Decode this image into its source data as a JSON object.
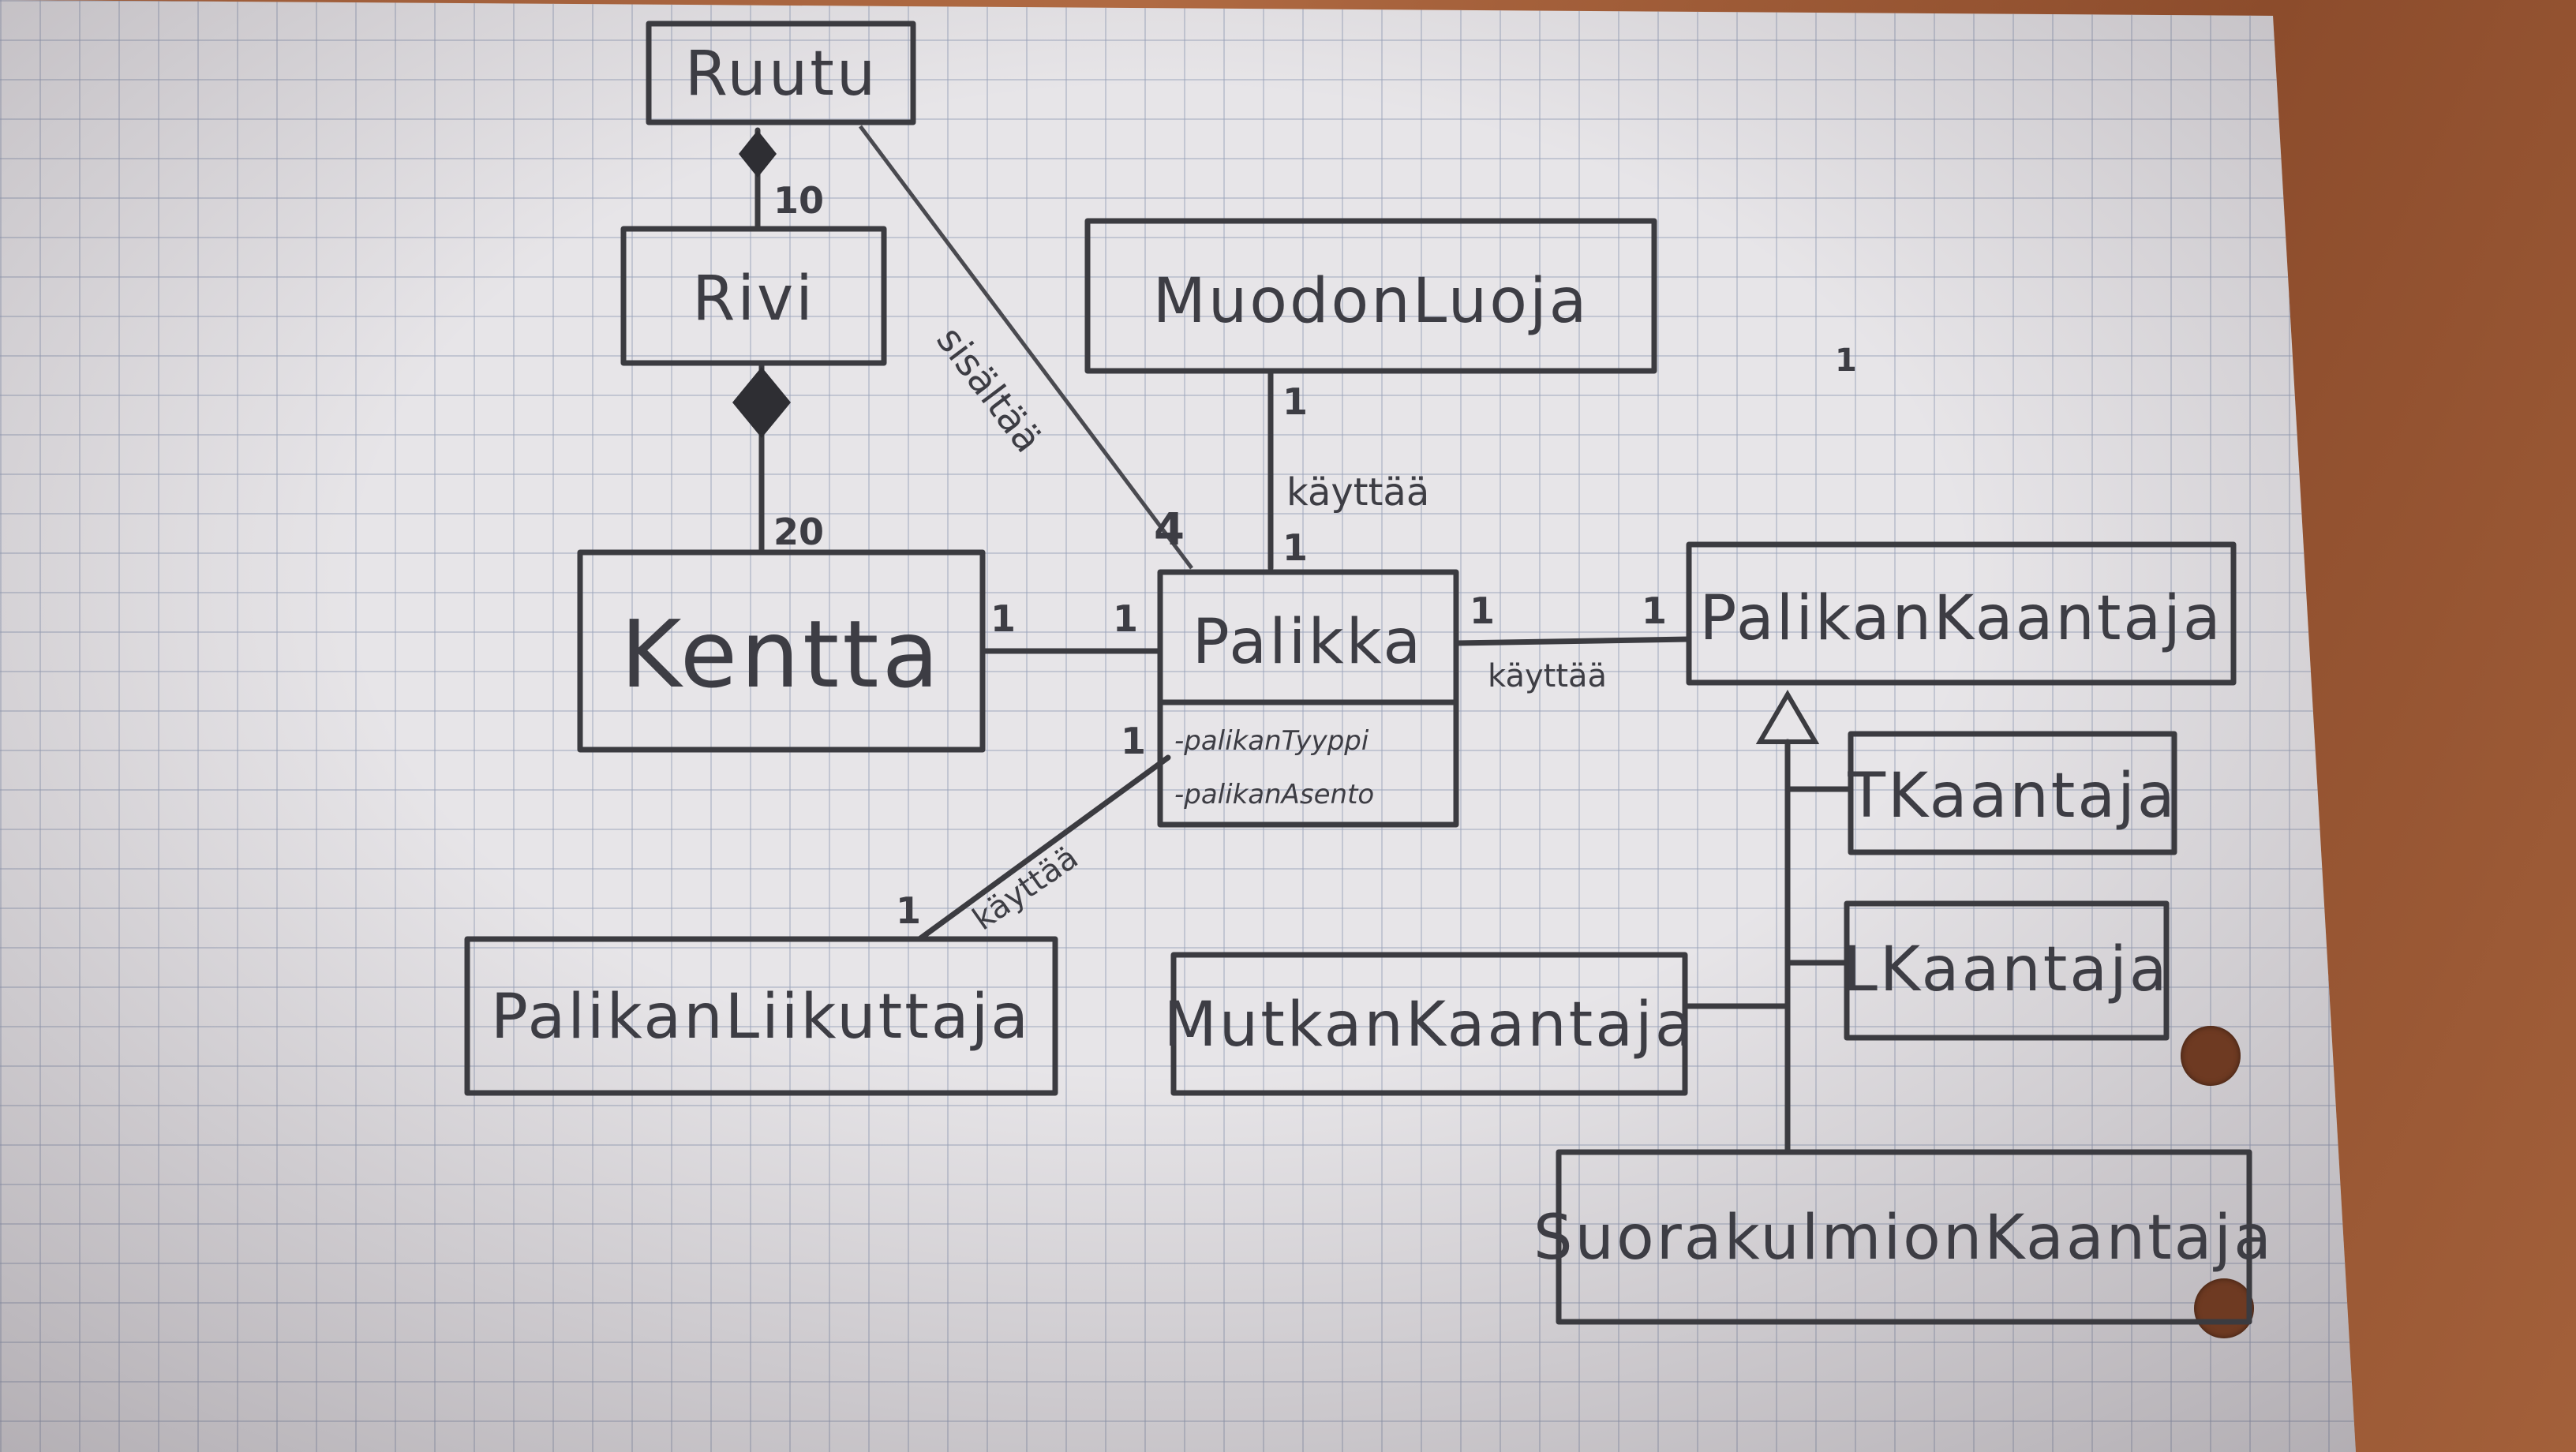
{
  "classes": {
    "ruutu": "Ruutu",
    "rivi": "Rivi",
    "kentta": "Kentta",
    "palikka": "Palikka",
    "muodonluoja": "MuodonLuoja",
    "palikankaantaja": "PalikanKaantaja",
    "palikanliikuttaja": "PalikanLiikuttaja",
    "mutkankaantaja": "MutkanKaantaja",
    "tkaantaja": "TKaantaja",
    "lkaantaja": "LKaantaja",
    "suorakulmionkaantaja": "SuorakulmionKaantaja"
  },
  "attributes": {
    "palikan_tyyppi": "-palikanTyyppi",
    "palikan_asento": "-palikanAsento"
  },
  "labels": {
    "sisaltaa": "sisältää",
    "kayttaa_muodon": "käyttää",
    "kayttaa_kaantaja": "käyttää",
    "kayttaa_liikuttaja": "käyttää"
  },
  "multiplicities": {
    "ruutu_rivi": "10",
    "rivi_kentta": "20",
    "sisaltaa_palikka": "4",
    "kentta_side": "1",
    "palikka_left": "1",
    "palikka_right": "1",
    "kaantaja_left": "1",
    "muodon_bottom": "1",
    "palikka_top": "1",
    "palikka_bottom": "1",
    "liikuttaja_top": "1",
    "stray": "1"
  }
}
